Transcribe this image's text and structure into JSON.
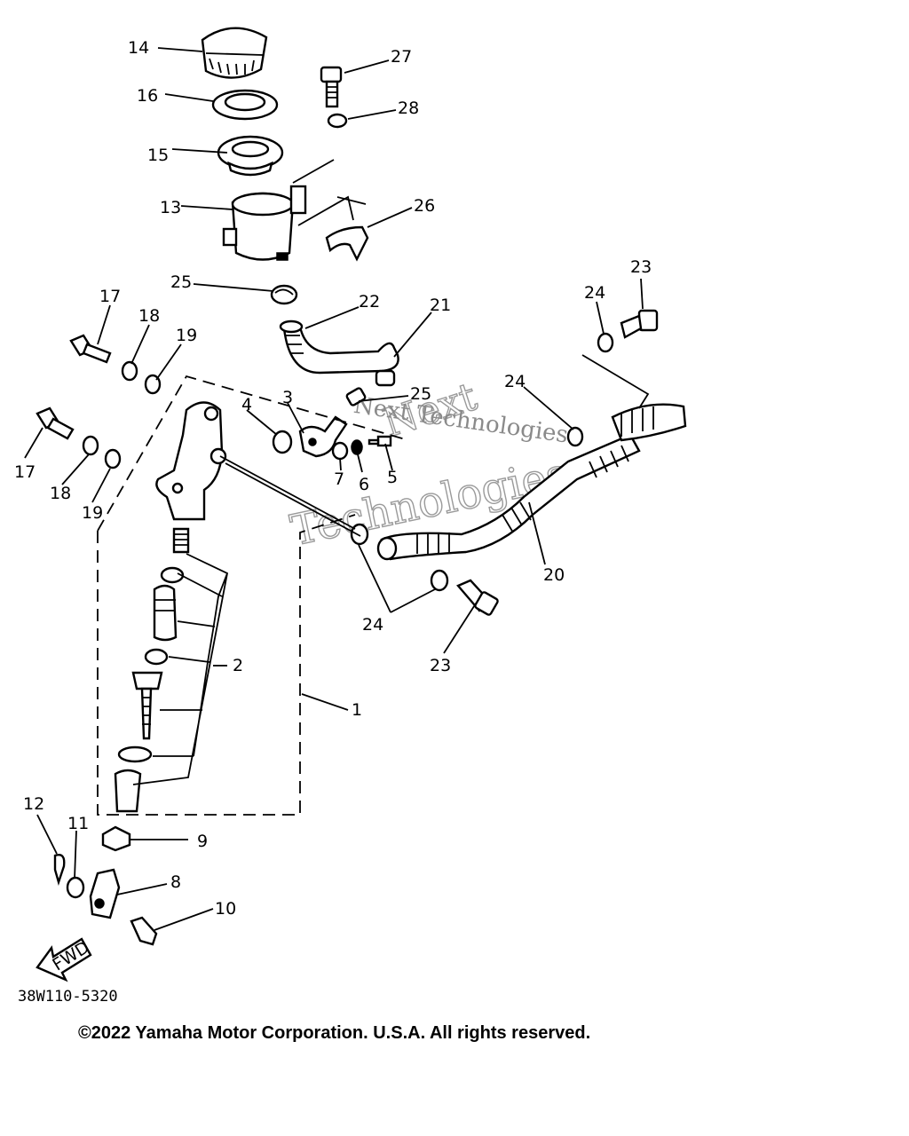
{
  "diagram": {
    "callouts": {
      "c1": "1",
      "c2": "2",
      "c3": "3",
      "c4": "4",
      "c5": "5",
      "c6": "6",
      "c7": "7",
      "c8": "8",
      "c9": "9",
      "c10": "10",
      "c11": "11",
      "c12": "12",
      "c13": "13",
      "c14": "14",
      "c15": "15",
      "c16": "16",
      "c17a": "17",
      "c17b": "17",
      "c18a": "18",
      "c18b": "18",
      "c19a": "19",
      "c19b": "19",
      "c20": "20",
      "c21": "21",
      "c22": "22",
      "c23a": "23",
      "c23b": "23",
      "c24a": "24",
      "c24b": "24",
      "c24c": "24",
      "c25a": "25",
      "c25b": "25",
      "c26": "26",
      "c27": "27",
      "c28": "28"
    },
    "fwd_label": "FWD",
    "drawing_code": "38W110-5320",
    "copyright": "©2022 Yamaha Motor Corporation. U.S.A. All rights reserved."
  },
  "watermark": {
    "line1": "Next",
    "line2": "Next Technologies",
    "line3": "Technologies"
  }
}
